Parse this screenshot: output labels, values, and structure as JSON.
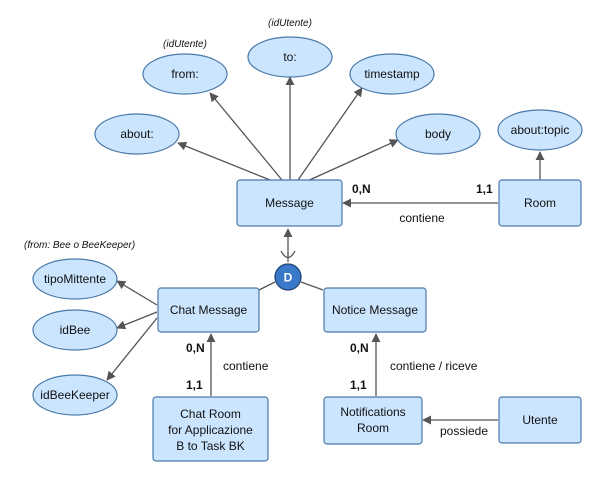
{
  "entities": {
    "message": "Message",
    "room": "Room",
    "chat_message": "Chat Message",
    "notice_message": "Notice Message",
    "chat_room": [
      "Chat Room",
      "for Applicazione",
      "B to Task BK"
    ],
    "notifications_room": [
      "Notifications",
      "Room"
    ],
    "utente": "Utente"
  },
  "attributes": {
    "from": "from:",
    "to": "to:",
    "timestamp": "timestamp",
    "about": "about:",
    "body": "body",
    "about_topic": "about:topic",
    "tipo_mittente": "tipoMittente",
    "id_bee": "idBee",
    "id_bee_keeper": "idBeeKeeper"
  },
  "notes": {
    "from_note": "(idUtente)",
    "to_note": "(idUtente)",
    "chat_sender_note": "(from: Bee o BeeKeeper)"
  },
  "relationships": {
    "message_room": {
      "label": "contiene",
      "card_message": "0,N",
      "card_room": "1,1"
    },
    "chat": {
      "label": "contiene",
      "card_top": "0,N",
      "card_bottom": "1,1"
    },
    "notice": {
      "label": "contiene / riceve",
      "card_top": "0,N",
      "card_bottom": "1,1"
    },
    "utente": {
      "label": "possiede"
    }
  },
  "specialization": {
    "symbol": "D"
  },
  "colors": {
    "fill": "#cce5ff",
    "stroke": "#4a7aa8",
    "disjoint": "#3a78c9"
  }
}
